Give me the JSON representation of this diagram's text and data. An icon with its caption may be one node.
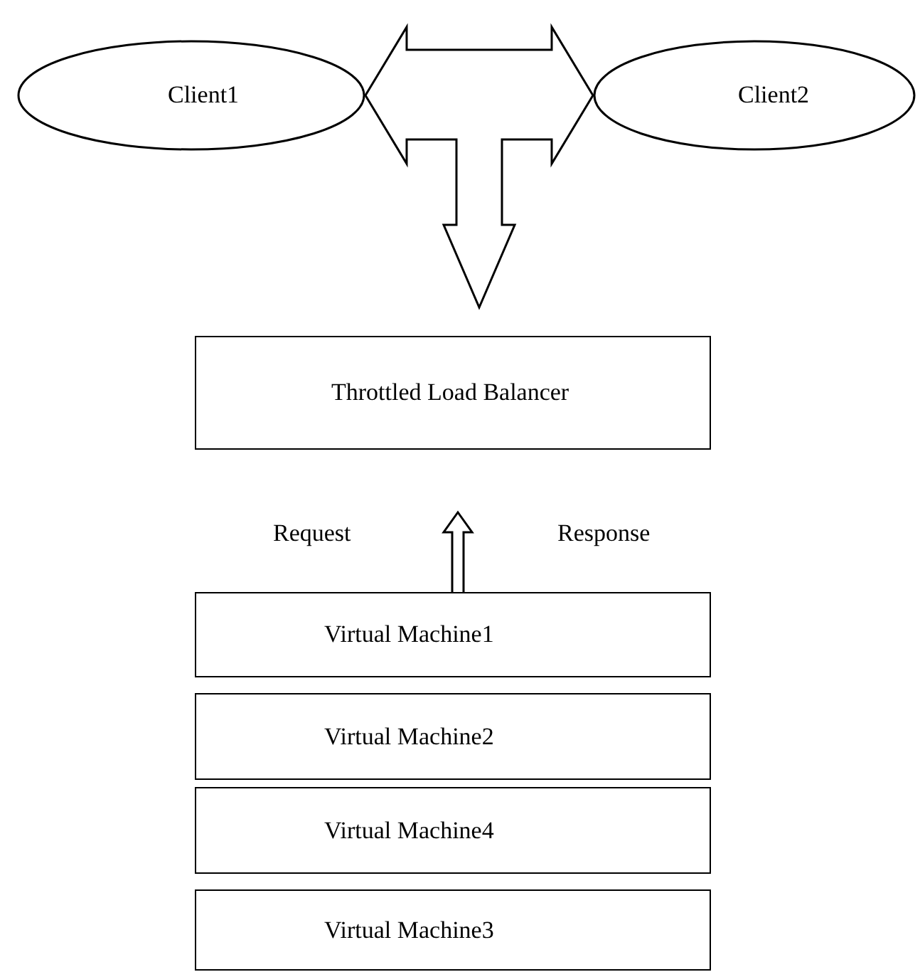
{
  "diagram": {
    "nodes": [
      {
        "text": [
          "Client1"
        ]
      },
      {
        "text": [
          "Client2"
        ]
      },
      {
        "text": [
          "Throttled Load Balancer"
        ]
      },
      {
        "text": [
          "Virtual Machine1"
        ]
      },
      {
        "text": [
          "Virtual Machine2"
        ]
      },
      {
        "text": [
          "Virtual Machine4"
        ]
      },
      {
        "text": [
          "Virtual Machine3"
        ]
      }
    ],
    "edges": [
      {
        "from": 0,
        "to": 1,
        "arrow": "both"
      },
      {
        "from": 0,
        "to": 2,
        "arrow": "to"
      },
      {
        "from": 1,
        "to": 2,
        "arrow": "to"
      },
      {
        "from": 3,
        "to": 2,
        "arrow": "to"
      }
    ],
    "labels": [
      "Request",
      "Response"
    ]
  }
}
